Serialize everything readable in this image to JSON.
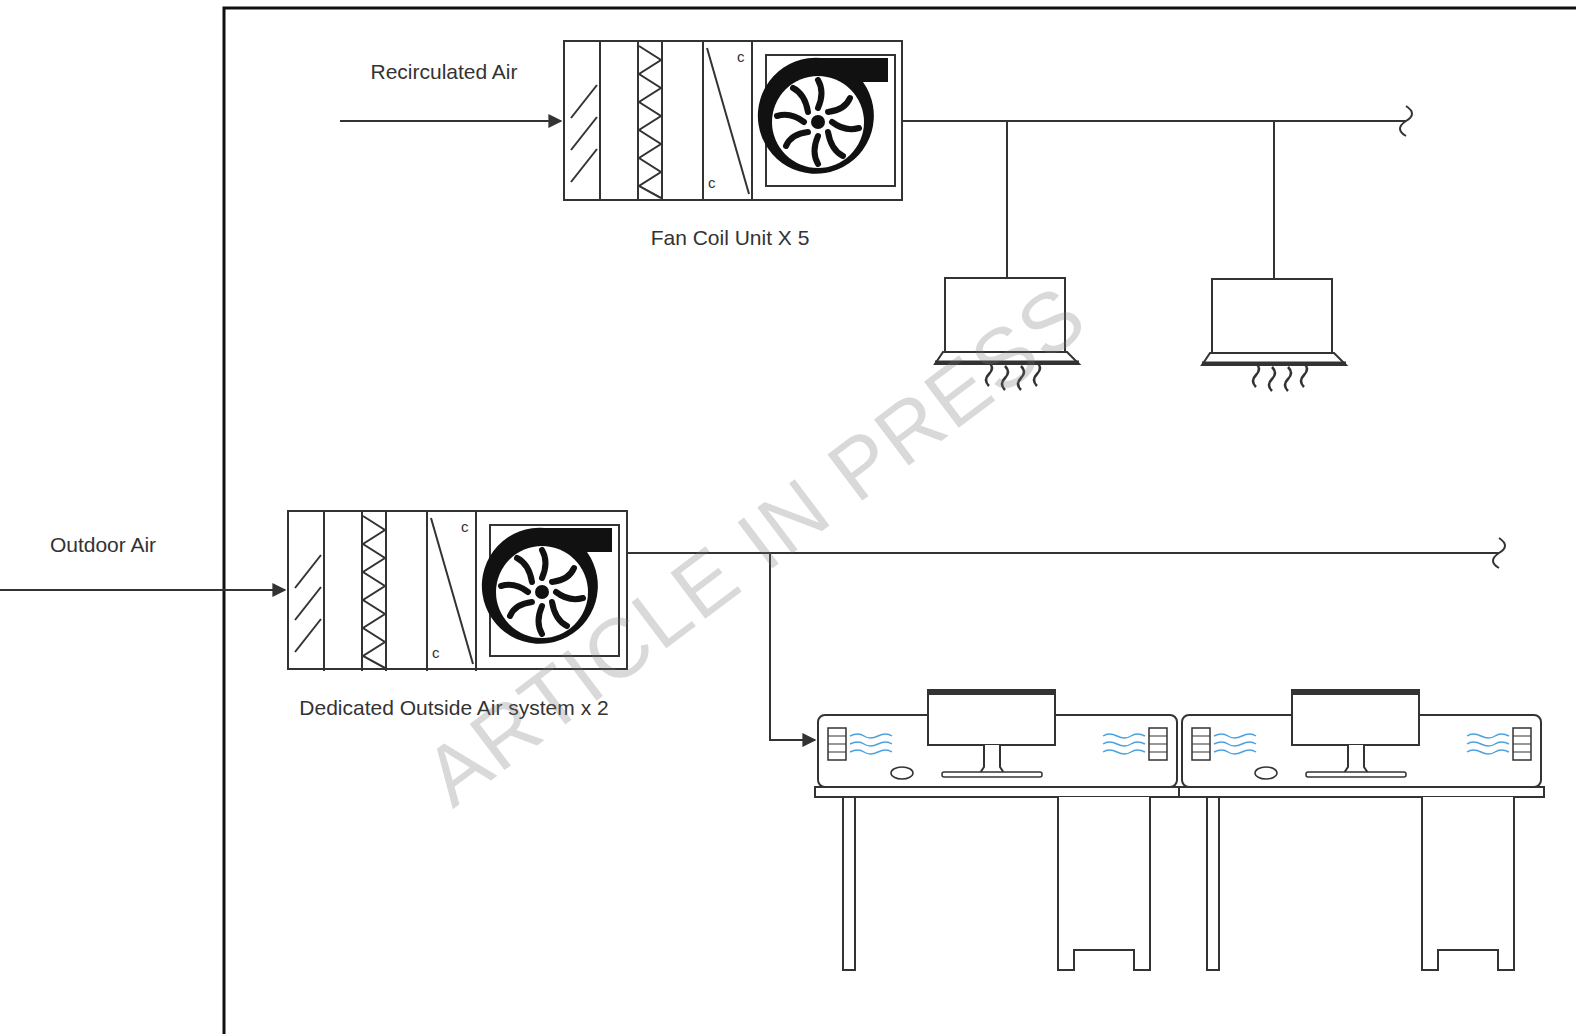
{
  "diagram": {
    "nodes": [
      {
        "text": [
          "c",
          "c",
          "Fan Coil Unit X 5"
        ]
      },
      {
        "text": [
          "c",
          "c",
          "Dedicated Outside Air system x 2"
        ]
      }
    ],
    "labels": [
      "Recirculated Air",
      "Outdoor Air",
      "ARTICLE IN PRESS"
    ]
  }
}
